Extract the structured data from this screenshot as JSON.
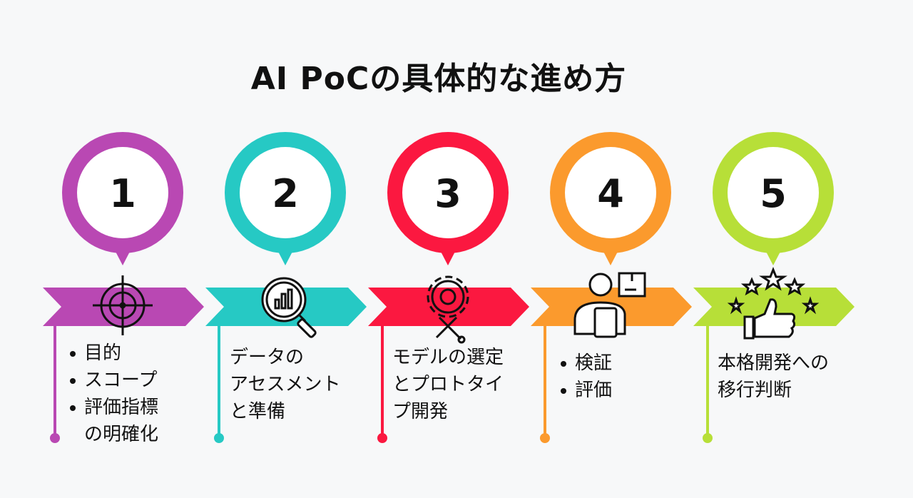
{
  "title": "AI PoCの具体的な進め方",
  "colors": {
    "step1": "#b948b3",
    "step2": "#26c9c4",
    "step3": "#fb1840",
    "step4": "#fb9a2d",
    "step5": "#b7df38",
    "background": "#f7f8f9"
  },
  "steps": [
    {
      "number": "1",
      "icon": "target-crosshair-icon",
      "lines": [
        "目的",
        "スコープ",
        "評価指標",
        "の明確化"
      ],
      "bullets": true
    },
    {
      "number": "2",
      "icon": "magnifier-chart-icon",
      "lines": [
        "データの",
        "アセスメント",
        "と準備"
      ],
      "bullets": false
    },
    {
      "number": "3",
      "icon": "gear-wrench-icon",
      "lines": [
        "モデルの選定",
        "とプロトタイ",
        "プ開発"
      ],
      "bullets": false
    },
    {
      "number": "4",
      "icon": "person-clipboard-icon",
      "lines": [
        "検証",
        "評価"
      ],
      "bullets": true
    },
    {
      "number": "5",
      "icon": "thumbs-up-stars-icon",
      "lines": [
        "本格開発への",
        "移行判断"
      ],
      "bullets": false
    }
  ]
}
